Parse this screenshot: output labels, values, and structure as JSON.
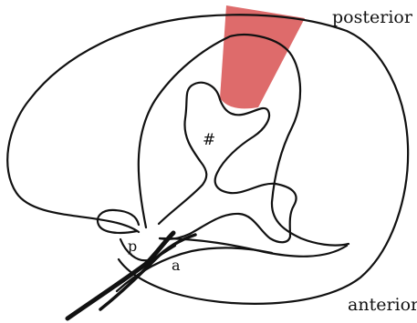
{
  "labels": {
    "posterior": "posterior",
    "anterior": "anterior",
    "hash": "#",
    "p": "p",
    "a": "a"
  },
  "colors": {
    "outline": "#111111",
    "highlight": "#de6b6b"
  }
}
